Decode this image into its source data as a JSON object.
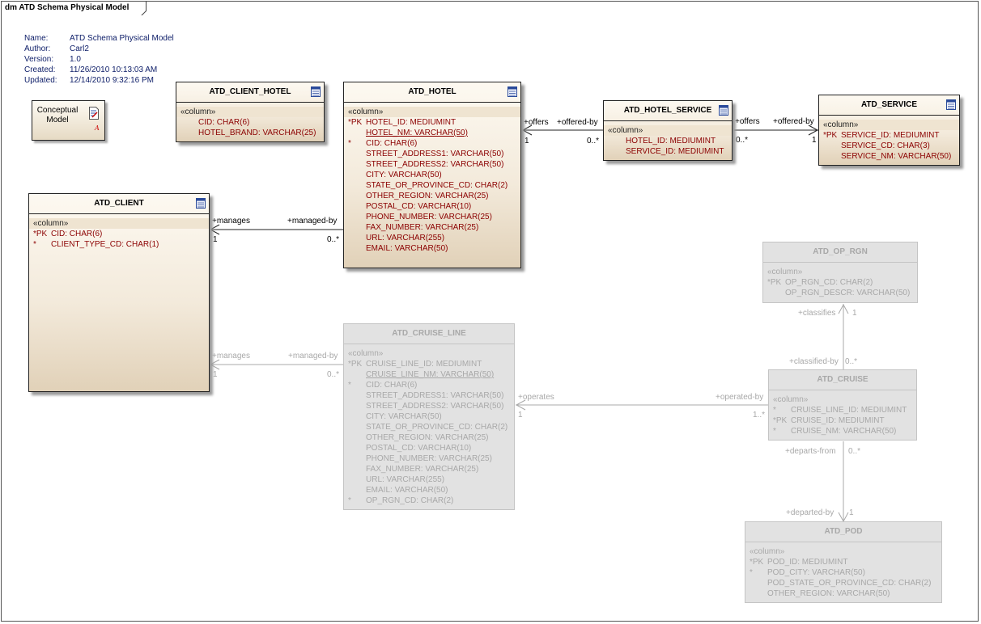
{
  "frame": {
    "title": "dm ATD Schema Physical Model"
  },
  "metadata": [
    {
      "key": "Name:",
      "value": "ATD Schema Physical Model"
    },
    {
      "key": "Author:",
      "value": "Carl2"
    },
    {
      "key": "Version:",
      "value": "1.0"
    },
    {
      "key": "Created:",
      "value": "11/26/2010 10:13:03 AM"
    },
    {
      "key": "Updated:",
      "value": "12/14/2010 9:32:16 PM"
    }
  ],
  "note": {
    "line1": "Conceptual",
    "line2": "Model",
    "icon": "diagram-link-icon"
  },
  "stereotype": "«column»",
  "tables": {
    "client_hotel": {
      "name": "ATD_CLIENT_HOTEL",
      "columns": [
        {
          "prefix": "",
          "text": "CID:  CHAR(6)"
        },
        {
          "prefix": "",
          "text": "HOTEL_BRAND:  VARCHAR(25)"
        }
      ]
    },
    "hotel": {
      "name": "ATD_HOTEL",
      "columns": [
        {
          "prefix": "*PK",
          "text": "HOTEL_ID:  MEDIUMINT"
        },
        {
          "prefix": "",
          "text": "HOTEL_NM:  VARCHAR(50)"
        },
        {
          "prefix": "*",
          "text": "CID:  CHAR(6)"
        },
        {
          "prefix": "",
          "text": "STREET_ADDRESS1:  VARCHAR(50)"
        },
        {
          "prefix": "",
          "text": "STREET_ADDRESS2:  VARCHAR(50)"
        },
        {
          "prefix": "",
          "text": "CITY:  VARCHAR(50)"
        },
        {
          "prefix": "",
          "text": "STATE_OR_PROVINCE_CD:  CHAR(2)"
        },
        {
          "prefix": "",
          "text": "OTHER_REGION:  VARCHAR(25)"
        },
        {
          "prefix": "",
          "text": "POSTAL_CD:  VARCHAR(10)"
        },
        {
          "prefix": "",
          "text": "PHONE_NUMBER:  VARCHAR(25)"
        },
        {
          "prefix": "",
          "text": "FAX_NUMBER:  VARCHAR(25)"
        },
        {
          "prefix": "",
          "text": "URL:  VARCHAR(255)"
        },
        {
          "prefix": "",
          "text": "EMAIL:  VARCHAR(50)"
        }
      ]
    },
    "hotel_service": {
      "name": "ATD_HOTEL_SERVICE",
      "columns": [
        {
          "prefix": "",
          "text": "HOTEL_ID:  MEDIUMINT"
        },
        {
          "prefix": "",
          "text": "SERVICE_ID:  MEDIUMINT"
        }
      ]
    },
    "service": {
      "name": "ATD_SERVICE",
      "columns": [
        {
          "prefix": "*PK",
          "text": "SERVICE_ID:  MEDIUMINT"
        },
        {
          "prefix": "",
          "text": "SERVICE_CD:  CHAR(3)"
        },
        {
          "prefix": "",
          "text": "SERVICE_NM:  VARCHAR(50)"
        }
      ]
    },
    "client": {
      "name": "ATD_CLIENT",
      "columns": [
        {
          "prefix": "*PK",
          "text": "CID:  CHAR(6)"
        },
        {
          "prefix": "*",
          "text": "CLIENT_TYPE_CD:  CHAR(1)"
        }
      ]
    },
    "op_rgn": {
      "name": "ATD_OP_RGN",
      "columns": [
        {
          "prefix": "*PK",
          "text": "OP_RGN_CD:  CHAR(2)"
        },
        {
          "prefix": "",
          "text": "OP_RGN_DESCR:  VARCHAR(50)"
        }
      ]
    },
    "cruise_line": {
      "name": "ATD_CRUISE_LINE",
      "columns": [
        {
          "prefix": "*PK",
          "text": "CRUISE_LINE_ID:  MEDIUMINT"
        },
        {
          "prefix": "",
          "text": "CRUISE_LINE_NM:  VARCHAR(50)"
        },
        {
          "prefix": "*",
          "text": "CID:  CHAR(6)"
        },
        {
          "prefix": "",
          "text": "STREET_ADDRESS1:  VARCHAR(50)"
        },
        {
          "prefix": "",
          "text": "STREET_ADDRESS2:  VARCHAR(50)"
        },
        {
          "prefix": "",
          "text": "CITY:  VARCHAR(50)"
        },
        {
          "prefix": "",
          "text": "STATE_OR_PROVINCE_CD:  CHAR(2)"
        },
        {
          "prefix": "",
          "text": "OTHER_REGION:  VARCHAR(25)"
        },
        {
          "prefix": "",
          "text": "POSTAL_CD:  VARCHAR(10)"
        },
        {
          "prefix": "",
          "text": "PHONE_NUMBER:  VARCHAR(25)"
        },
        {
          "prefix": "",
          "text": "FAX_NUMBER:  VARCHAR(25)"
        },
        {
          "prefix": "",
          "text": "URL:  VARCHAR(255)"
        },
        {
          "prefix": "",
          "text": "EMAIL:  VARCHAR(50)"
        },
        {
          "prefix": "*",
          "text": "OP_RGN_CD:  CHAR(2)"
        }
      ]
    },
    "cruise": {
      "name": "ATD_CRUISE",
      "columns": [
        {
          "prefix": "*",
          "text": "CRUISE_LINE_ID:  MEDIUMINT"
        },
        {
          "prefix": "*PK",
          "text": "CRUISE_ID:  MEDIUMINT"
        },
        {
          "prefix": "*",
          "text": "CRUISE_NM:  VARCHAR(50)"
        }
      ]
    },
    "pod": {
      "name": "ATD_POD",
      "columns": [
        {
          "prefix": "*PK",
          "text": "POD_ID:  MEDIUMINT"
        },
        {
          "prefix": "*",
          "text": "POD_CITY:  VARCHAR(50)"
        },
        {
          "prefix": "",
          "text": "POD_STATE_OR_PROVINCE_CD:  CHAR(2)"
        },
        {
          "prefix": "",
          "text": "OTHER_REGION:  VARCHAR(50)"
        }
      ]
    }
  },
  "relationships": {
    "hotel_service": {
      "offers": "+offers",
      "one": "1",
      "offered_by": "+offered-by",
      "many": "0..*"
    },
    "service_hotel": {
      "offers": "+offers",
      "many": "0..*",
      "offered_by": "+offered-by",
      "one": "1"
    },
    "client_hotel": {
      "manages": "+manages",
      "one": "1",
      "managed_by": "+managed-by",
      "many": "0..*"
    },
    "client_cruise_line": {
      "manages": "+manages",
      "one": "1",
      "managed_by": "+managed-by",
      "many": "0..*"
    },
    "cruise_line_cruise": {
      "operates": "+operates",
      "one": "1",
      "operated_by": "+operated-by",
      "many": "1..*"
    },
    "op_rgn_cruise": {
      "classifies": "+classifies",
      "one": "1",
      "classified_by": "+classified-by",
      "many": "0..*"
    },
    "cruise_pod": {
      "departs_from": "+departs-from",
      "many": "0..*",
      "departed_by": "+departed-by",
      "one": "1"
    }
  }
}
